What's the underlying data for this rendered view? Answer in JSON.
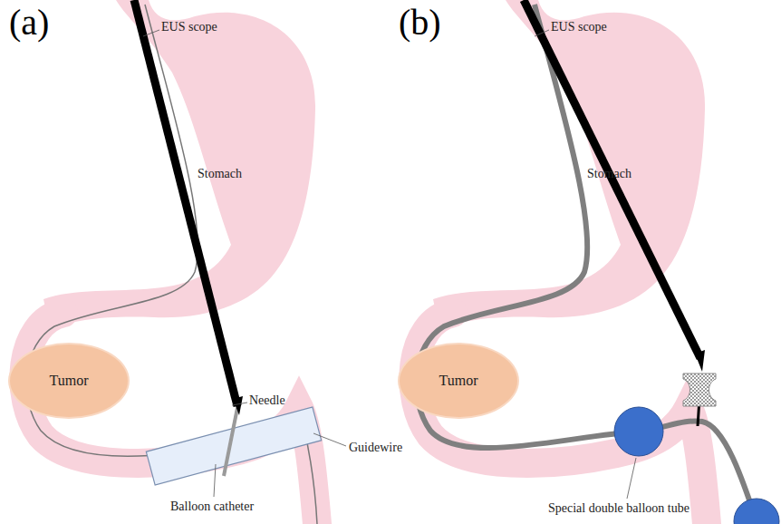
{
  "diagram": {
    "nodes": [
      {
        "text": [
          "Tumor"
        ]
      },
      {
        "text": [
          "Tumor"
        ]
      }
    ],
    "labels": [
      "(a)",
      "EUS scope",
      "Stomach",
      "Needle",
      "Guidewire",
      "Balloon catheter",
      "(b)",
      "EUS scope",
      "Stomach",
      "Special double balloon tube"
    ]
  }
}
